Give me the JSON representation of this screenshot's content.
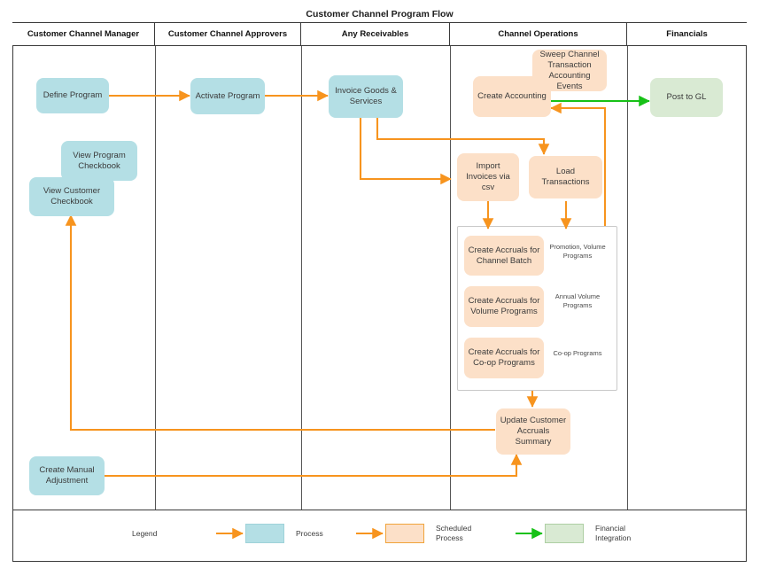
{
  "diagram": {
    "title": "Customer Channel Program Flow",
    "lanes": [
      {
        "label": "Customer Channel Manager"
      },
      {
        "label": "Customer Channel Approvers"
      },
      {
        "label": "Any Receivables"
      },
      {
        "label": "Channel Operations"
      },
      {
        "label": "Financials"
      }
    ],
    "nodes": [
      {
        "id": "define-program",
        "label": "Define Program",
        "type": "process"
      },
      {
        "id": "view-program-checkbook",
        "label": "View Program Checkbook",
        "type": "process"
      },
      {
        "id": "view-customer-checkbook",
        "label": "View Customer Checkbook",
        "type": "process"
      },
      {
        "id": "create-manual-adjustment",
        "label": "Create Manual Adjustment",
        "type": "process"
      },
      {
        "id": "activate-program",
        "label": "Activate Program",
        "type": "process"
      },
      {
        "id": "invoice-goods-services",
        "label": "Invoice Goods & Services",
        "type": "process"
      },
      {
        "id": "create-accounting",
        "label": "Create Accounting",
        "type": "scheduled"
      },
      {
        "id": "sweep-channel-transaction-accounting-events",
        "label": "Sweep Channel Transaction Accounting Events",
        "type": "scheduled"
      },
      {
        "id": "import-invoices-via-csv",
        "label": "Import Invoices via csv",
        "type": "scheduled"
      },
      {
        "id": "load-transactions",
        "label": "Load Transactions",
        "type": "scheduled"
      },
      {
        "id": "create-accruals-for-channel-batch",
        "label": "Create Accruals for Channel Batch",
        "type": "scheduled"
      },
      {
        "id": "create-accruals-for-volume-programs",
        "label": "Create Accruals for Volume Programs",
        "type": "scheduled"
      },
      {
        "id": "create-accruals-for-co-op-programs",
        "label": "Create Accruals for Co-op Programs",
        "type": "scheduled"
      },
      {
        "id": "update-customer-accruals-summary",
        "label": "Update Customer Accruals Summary",
        "type": "scheduled"
      },
      {
        "id": "post-to-gl",
        "label": "Post to GL",
        "type": "financial"
      }
    ],
    "side_notes": [
      {
        "id": "note-channel-batch",
        "text": "Promotion, Volume Programs"
      },
      {
        "id": "note-volume-programs",
        "text": "Annual Volume Programs"
      },
      {
        "id": "note-co-op-programs",
        "text": "Co-op Programs"
      }
    ],
    "legend": {
      "title": "Legend",
      "items": [
        {
          "id": "legend-process",
          "label": "Process",
          "type": "process",
          "arrow_color": "#f7941e"
        },
        {
          "id": "legend-scheduled",
          "label": "Scheduled Process",
          "type": "scheduled",
          "arrow_color": "#f7941e"
        },
        {
          "id": "legend-financial",
          "label": "Financial Integration",
          "type": "financial",
          "arrow_color": "#17c117"
        }
      ]
    },
    "colors": {
      "process_fill": "#b4dfe5",
      "scheduled_fill": "#fce0c8",
      "financial_fill": "#d9ead3",
      "flow_arrow": "#f7941e",
      "integration_arrow": "#17c117",
      "header_text": "#111111",
      "border": "#3a3a3a"
    }
  }
}
